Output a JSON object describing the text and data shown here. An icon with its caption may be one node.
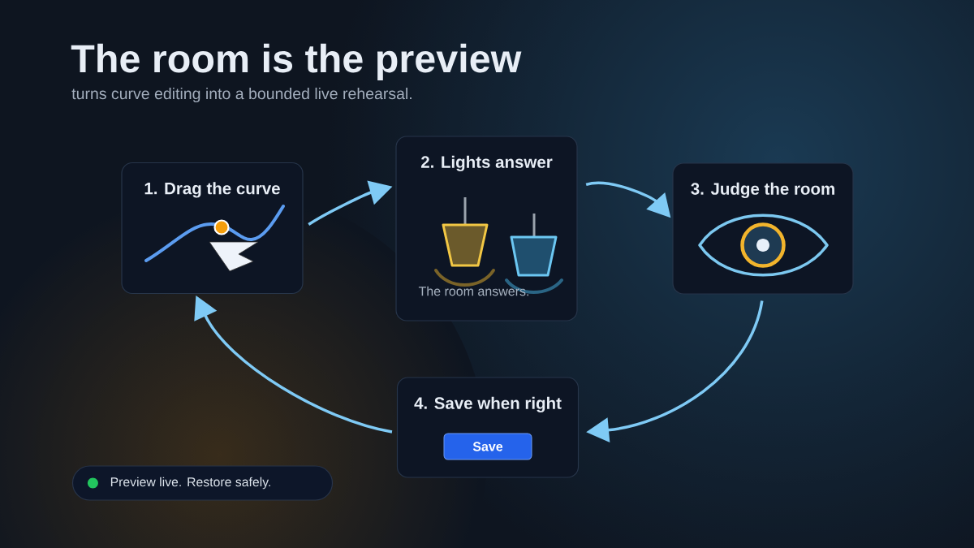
{
  "diagram": {
    "title": "The room is the preview",
    "nodes": [
      {
        "text": [
          "1. Drag the curve"
        ]
      },
      {
        "text": [
          "2. Lights answer",
          "The room answers."
        ]
      },
      {
        "text": [
          "3. Judge the room"
        ]
      },
      {
        "text": [
          "4. Save when right"
        ]
      },
      {
        "text": [
          "Save"
        ],
        "in": 3
      },
      {
        "text": [
          "Preview live. Restore safely."
        ]
      }
    ],
    "edges": [
      {
        "from": 0,
        "to": 1,
        "arrow": "to"
      },
      {
        "from": 1,
        "to": 2,
        "arrow": "to"
      },
      {
        "from": 2,
        "to": 3,
        "arrow": "to"
      },
      {
        "from": 3,
        "to": 0,
        "arrow": "to"
      }
    ],
    "labels": [
      "turns curve editing into a bounded live rehearsal."
    ]
  }
}
